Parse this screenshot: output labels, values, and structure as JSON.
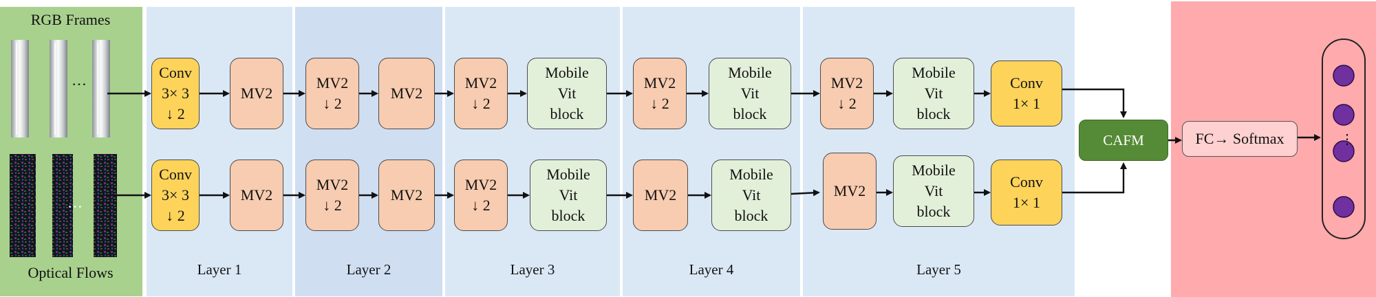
{
  "input": {
    "rgb_label": "RGB Frames",
    "flow_label": "Optical Flows",
    "ellipsis": "…"
  },
  "layers": [
    "Layer 1",
    "Layer 2",
    "Layer 3",
    "Layer 4",
    "Layer 5"
  ],
  "top": {
    "conv_in": [
      "Conv",
      "3× 3",
      "↓ 2"
    ],
    "l1_mv2": "MV2",
    "l2_mv2a": [
      "MV2",
      "↓ 2"
    ],
    "l2_mv2b": "MV2",
    "l3_mv2": [
      "MV2",
      "↓ 2"
    ],
    "l3_vit": [
      "Mobile",
      "Vit",
      "block"
    ],
    "l4_mv2": [
      "MV2",
      "↓ 2"
    ],
    "l4_vit": [
      "Mobile",
      "Vit",
      "block"
    ],
    "l5_mv2": [
      "MV2",
      "↓ 2"
    ],
    "l5_vit": [
      "Mobile",
      "Vit",
      "block"
    ],
    "conv_out": [
      "Conv",
      "1× 1"
    ]
  },
  "bottom": {
    "conv_in": [
      "Conv",
      "3× 3",
      "↓ 2"
    ],
    "l1_mv2": "MV2",
    "l2_mv2a": [
      "MV2",
      "↓ 2"
    ],
    "l2_mv2b": "MV2",
    "l3_mv2": [
      "MV2",
      "↓ 2"
    ],
    "l3_vit": [
      "Mobile",
      "Vit",
      "block"
    ],
    "l4_mv2": "MV2",
    "l4_vit": [
      "Mobile",
      "Vit",
      "block"
    ],
    "l5_mv2": "MV2",
    "l5_vit": [
      "Mobile",
      "Vit",
      "block"
    ],
    "conv_out": [
      "Conv",
      "1× 1"
    ]
  },
  "fusion": "CAFM",
  "classifier": "FC→ Softmax",
  "output_ellipsis": "⋮",
  "colors": {
    "input_panel": "#a9d18e",
    "layer_panel_light": "#dae8f6",
    "layer_panel_dark": "#d0def2",
    "output_panel": "#ffaaad",
    "conv": "#fdd35a",
    "mv2": "#f8ccb0",
    "vit": "#e2f0d9",
    "cafm": "#558b36",
    "output_node": "#7030a0"
  }
}
